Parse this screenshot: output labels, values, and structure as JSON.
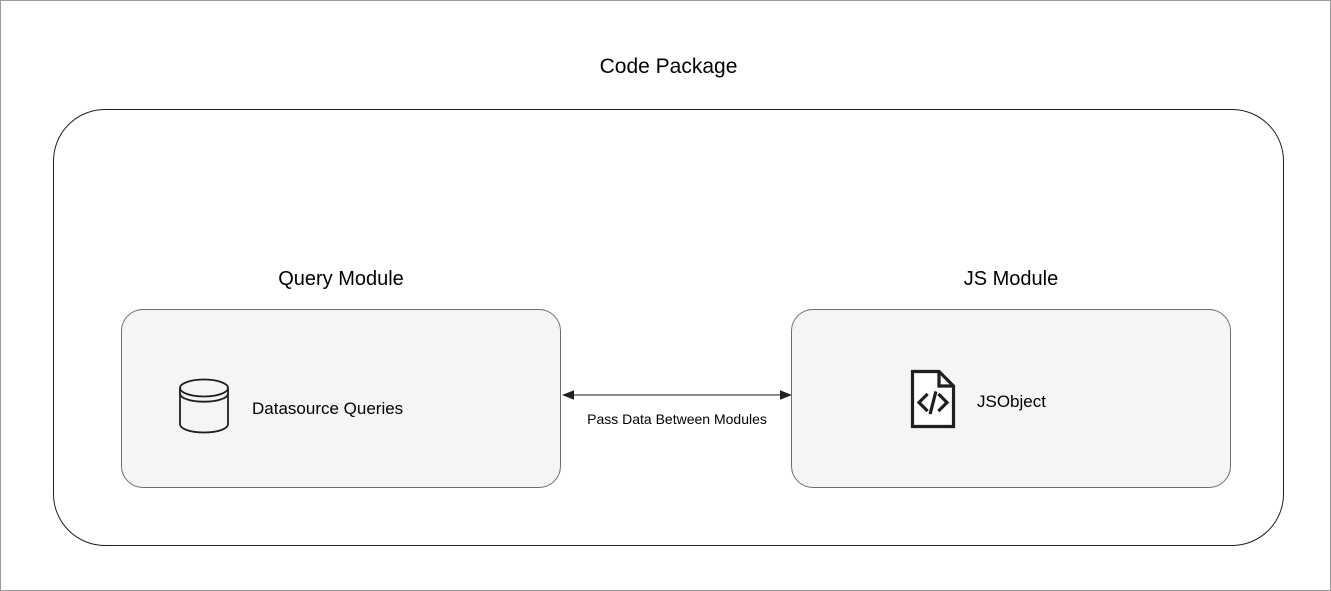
{
  "diagram": {
    "package": {
      "title": "Code Package"
    },
    "modules": [
      {
        "id": "query",
        "title": "Query Module",
        "node": {
          "label": "Datasource Queries",
          "icon": "database-icon"
        }
      },
      {
        "id": "js",
        "title": "JS Module",
        "node": {
          "label": "JSObject",
          "icon": "code-file-icon"
        }
      }
    ],
    "connector": {
      "label": "Pass Data Between Modules",
      "arrow": "double-headed-arrow",
      "direction": "bidirectional"
    },
    "colors": {
      "canvas_background": "#ffffff",
      "page_border": "#9a9a9a",
      "package_border": "#1f1f1f",
      "module_fill": "#f5f5f5",
      "module_border": "#6e6e6e",
      "connector_stroke": "#666666",
      "text": "#000000"
    }
  }
}
